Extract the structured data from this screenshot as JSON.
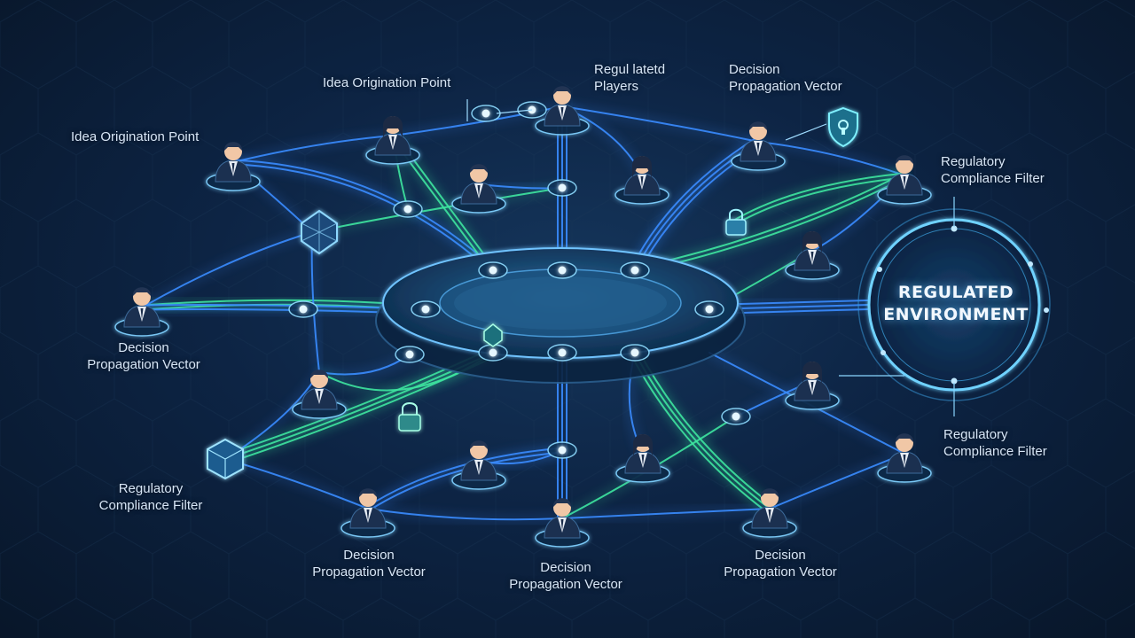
{
  "colors": {
    "background": "#0a1a31",
    "blue_link": "#3a8cff",
    "green_link": "#3ee6a0",
    "node_glow": "#7fd0ff",
    "label_text": "#d8e6f6",
    "ring": "#5fc8ff"
  },
  "hub": {
    "title_line1": "REGULATED",
    "title_line2": "ENVIRONMENT"
  },
  "labels": [
    {
      "id": "idea-origination-top",
      "lines": [
        "Idea Origination Point"
      ]
    },
    {
      "id": "regulated-players",
      "lines": [
        "Regul latetd",
        "Players"
      ]
    },
    {
      "id": "decision-propagation-top",
      "lines": [
        "Decision",
        "Propagation Vector"
      ]
    },
    {
      "id": "idea-origination-left",
      "lines": [
        "Idea Origination Point"
      ]
    },
    {
      "id": "regulatory-compliance-right-top",
      "lines": [
        "Regulatory",
        "Compliance Filter"
      ]
    },
    {
      "id": "decision-propagation-left",
      "lines": [
        "Decision",
        "Propagation Vector"
      ]
    },
    {
      "id": "regulatory-compliance-right-bottom",
      "lines": [
        "Regulatory",
        "Compliance Filter"
      ]
    },
    {
      "id": "regulatory-compliance-left",
      "lines": [
        "Regulatory",
        "Compliance Filter"
      ]
    },
    {
      "id": "decision-propagation-bottom-left",
      "lines": [
        "Decision",
        "Propagation Vector"
      ]
    },
    {
      "id": "decision-propagation-bottom-center",
      "lines": [
        "Decision",
        "Propagation Vector"
      ]
    },
    {
      "id": "decision-propagation-bottom-right",
      "lines": [
        "Decision",
        "Propagation Vector"
      ]
    }
  ],
  "icons": [
    {
      "id": "person",
      "name": "person-avatar-icon"
    },
    {
      "id": "shield",
      "name": "shield-lock-icon"
    },
    {
      "id": "padlock",
      "name": "padlock-icon"
    },
    {
      "id": "crystal",
      "name": "crystal-gem-icon"
    },
    {
      "id": "cube",
      "name": "cube-icon"
    },
    {
      "id": "hub-disc",
      "name": "central-platform"
    }
  ]
}
